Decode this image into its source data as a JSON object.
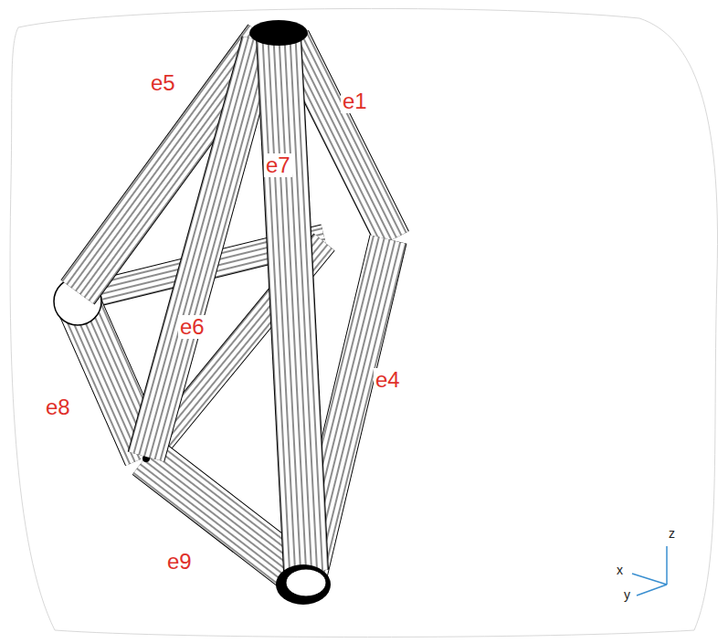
{
  "diagram": {
    "labels": [
      "e5",
      "e1",
      "e7",
      "e6",
      "e4",
      "e8",
      "e9",
      "z",
      "x",
      "y"
    ]
  }
}
